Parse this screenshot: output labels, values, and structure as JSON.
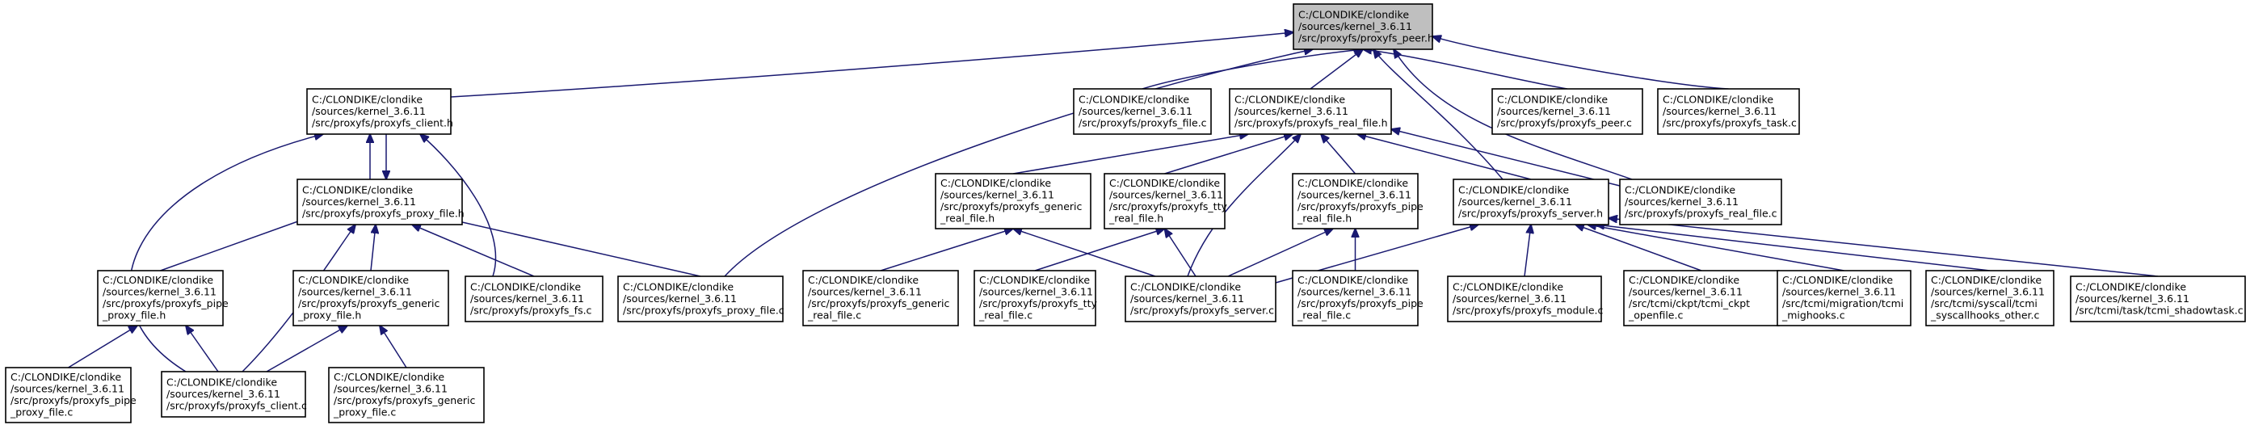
{
  "graph": {
    "root": "peer_h",
    "nodes": [
      {
        "id": "peer_h",
        "lines": [
          "C:/CLONDIKE/clondike",
          "/sources/kernel_3.6.11",
          "/src/proxyfs/proxyfs_peer.h"
        ]
      },
      {
        "id": "client_h",
        "lines": [
          "C:/CLONDIKE/clondike",
          "/sources/kernel_3.6.11",
          "/src/proxyfs/proxyfs_client.h"
        ]
      },
      {
        "id": "file_c",
        "lines": [
          "C:/CLONDIKE/clondike",
          "/sources/kernel_3.6.11",
          "/src/proxyfs/proxyfs_file.c"
        ]
      },
      {
        "id": "real_file_h",
        "lines": [
          "C:/CLONDIKE/clondike",
          "/sources/kernel_3.6.11",
          "/src/proxyfs/proxyfs_real_file.h"
        ]
      },
      {
        "id": "peer_c",
        "lines": [
          "C:/CLONDIKE/clondike",
          "/sources/kernel_3.6.11",
          "/src/proxyfs/proxyfs_peer.c"
        ]
      },
      {
        "id": "task_c",
        "lines": [
          "C:/CLONDIKE/clondike",
          "/sources/kernel_3.6.11",
          "/src/proxyfs/proxyfs_task.c"
        ]
      },
      {
        "id": "proxy_file_h",
        "lines": [
          "C:/CLONDIKE/clondike",
          "/sources/kernel_3.6.11",
          "/src/proxyfs/proxyfs_proxy_file.h"
        ]
      },
      {
        "id": "generic_real_file_h",
        "lines": [
          "C:/CLONDIKE/clondike",
          "/sources/kernel_3.6.11",
          "/src/proxyfs/proxyfs_generic",
          "_real_file.h"
        ]
      },
      {
        "id": "tty_real_file_h",
        "lines": [
          "C:/CLONDIKE/clondike",
          "/sources/kernel_3.6.11",
          "/src/proxyfs/proxyfs_tty",
          "_real_file.h"
        ]
      },
      {
        "id": "pipe_real_file_h",
        "lines": [
          "C:/CLONDIKE/clondike",
          "/sources/kernel_3.6.11",
          "/src/proxyfs/proxyfs_pipe",
          "_real_file.h"
        ]
      },
      {
        "id": "server_h",
        "lines": [
          "C:/CLONDIKE/clondike",
          "/sources/kernel_3.6.11",
          "/src/proxyfs/proxyfs_server.h"
        ]
      },
      {
        "id": "real_file_c",
        "lines": [
          "C:/CLONDIKE/clondike",
          "/sources/kernel_3.6.11",
          "/src/proxyfs/proxyfs_real_file.c"
        ]
      },
      {
        "id": "pipe_proxy_file_h",
        "lines": [
          "C:/CLONDIKE/clondike",
          "/sources/kernel_3.6.11",
          "/src/proxyfs/proxyfs_pipe",
          "_proxy_file.h"
        ]
      },
      {
        "id": "generic_proxy_file_h",
        "lines": [
          "C:/CLONDIKE/clondike",
          "/sources/kernel_3.6.11",
          "/src/proxyfs/proxyfs_generic",
          "_proxy_file.h"
        ]
      },
      {
        "id": "fs_c",
        "lines": [
          "C:/CLONDIKE/clondike",
          "/sources/kernel_3.6.11",
          "/src/proxyfs/proxyfs_fs.c"
        ]
      },
      {
        "id": "proxy_file_c",
        "lines": [
          "C:/CLONDIKE/clondike",
          "/sources/kernel_3.6.11",
          "/src/proxyfs/proxyfs_proxy_file.c"
        ]
      },
      {
        "id": "generic_real_file_c",
        "lines": [
          "C:/CLONDIKE/clondike",
          "/sources/kernel_3.6.11",
          "/src/proxyfs/proxyfs_generic",
          "_real_file.c"
        ]
      },
      {
        "id": "tty_real_file_c",
        "lines": [
          "C:/CLONDIKE/clondike",
          "/sources/kernel_3.6.11",
          "/src/proxyfs/proxyfs_tty",
          "_real_file.c"
        ]
      },
      {
        "id": "server_c",
        "lines": [
          "C:/CLONDIKE/clondike",
          "/sources/kernel_3.6.11",
          "/src/proxyfs/proxyfs_server.c"
        ]
      },
      {
        "id": "pipe_real_file_c",
        "lines": [
          "C:/CLONDIKE/clondike",
          "/sources/kernel_3.6.11",
          "/src/proxyfs/proxyfs_pipe",
          "_real_file.c"
        ]
      },
      {
        "id": "module_c",
        "lines": [
          "C:/CLONDIKE/clondike",
          "/sources/kernel_3.6.11",
          "/src/proxyfs/proxyfs_module.c"
        ]
      },
      {
        "id": "ckpt_openfile_c",
        "lines": [
          "C:/CLONDIKE/clondike",
          "/sources/kernel_3.6.11",
          "/src/tcmi/ckpt/tcmi_ckpt",
          "_openfile.c"
        ]
      },
      {
        "id": "mighooks_c",
        "lines": [
          "C:/CLONDIKE/clondike",
          "/sources/kernel_3.6.11",
          "/src/tcmi/migration/tcmi",
          "_mighooks.c"
        ]
      },
      {
        "id": "syscallhooks_other_c",
        "lines": [
          "C:/CLONDIKE/clondike",
          "/sources/kernel_3.6.11",
          "/src/tcmi/syscall/tcmi",
          "_syscallhooks_other.c"
        ]
      },
      {
        "id": "shadowtask_c",
        "lines": [
          "C:/CLONDIKE/clondike",
          "/sources/kernel_3.6.11",
          "/src/tcmi/task/tcmi_shadowtask.c"
        ]
      },
      {
        "id": "pipe_proxy_file_c",
        "lines": [
          "C:/CLONDIKE/clondike",
          "/sources/kernel_3.6.11",
          "/src/proxyfs/proxyfs_pipe",
          "_proxy_file.c"
        ]
      },
      {
        "id": "client_c",
        "lines": [
          "C:/CLONDIKE/clondike",
          "/sources/kernel_3.6.11",
          "/src/proxyfs/proxyfs_client.c"
        ]
      },
      {
        "id": "generic_proxy_file_c",
        "lines": [
          "C:/CLONDIKE/clondike",
          "/sources/kernel_3.6.11",
          "/src/proxyfs/proxyfs_generic",
          "_proxy_file.c"
        ]
      }
    ],
    "edges": [
      {
        "from": "client_h",
        "to": "peer_h"
      },
      {
        "from": "file_c",
        "to": "peer_h"
      },
      {
        "from": "real_file_h",
        "to": "peer_h"
      },
      {
        "from": "peer_c",
        "to": "peer_h"
      },
      {
        "from": "task_c",
        "to": "peer_h"
      },
      {
        "from": "proxy_file_c",
        "to": "peer_h"
      },
      {
        "from": "server_h",
        "to": "peer_h"
      },
      {
        "from": "real_file_c",
        "to": "peer_h"
      },
      {
        "from": "proxy_file_h",
        "to": "client_h"
      },
      {
        "from": "client_h",
        "to": "proxy_file_h"
      },
      {
        "from": "fs_c",
        "to": "client_h"
      },
      {
        "from": "client_c",
        "to": "client_h"
      },
      {
        "from": "generic_real_file_h",
        "to": "real_file_h"
      },
      {
        "from": "tty_real_file_h",
        "to": "real_file_h"
      },
      {
        "from": "pipe_real_file_h",
        "to": "real_file_h"
      },
      {
        "from": "server_h",
        "to": "real_file_h"
      },
      {
        "from": "real_file_c",
        "to": "real_file_h"
      },
      {
        "from": "server_c",
        "to": "real_file_h"
      },
      {
        "from": "pipe_proxy_file_h",
        "to": "proxy_file_h"
      },
      {
        "from": "generic_proxy_file_h",
        "to": "proxy_file_h"
      },
      {
        "from": "fs_c",
        "to": "proxy_file_h"
      },
      {
        "from": "proxy_file_c",
        "to": "proxy_file_h"
      },
      {
        "from": "client_c",
        "to": "proxy_file_h"
      },
      {
        "from": "generic_real_file_c",
        "to": "generic_real_file_h"
      },
      {
        "from": "server_c",
        "to": "generic_real_file_h"
      },
      {
        "from": "tty_real_file_c",
        "to": "tty_real_file_h"
      },
      {
        "from": "server_c",
        "to": "tty_real_file_h"
      },
      {
        "from": "server_c",
        "to": "pipe_real_file_h"
      },
      {
        "from": "pipe_real_file_c",
        "to": "pipe_real_file_h"
      },
      {
        "from": "server_c",
        "to": "server_h"
      },
      {
        "from": "module_c",
        "to": "server_h"
      },
      {
        "from": "ckpt_openfile_c",
        "to": "server_h"
      },
      {
        "from": "mighooks_c",
        "to": "server_h"
      },
      {
        "from": "syscallhooks_other_c",
        "to": "server_h"
      },
      {
        "from": "shadowtask_c",
        "to": "server_h"
      },
      {
        "from": "pipe_proxy_file_c",
        "to": "pipe_proxy_file_h"
      },
      {
        "from": "client_c",
        "to": "pipe_proxy_file_h"
      },
      {
        "from": "client_c",
        "to": "generic_proxy_file_h"
      },
      {
        "from": "generic_proxy_file_c",
        "to": "generic_proxy_file_h"
      }
    ],
    "colors": {
      "edge": "#191970",
      "root_fill": "#bfbfbf",
      "node_fill": "#ffffff",
      "node_border": "#000000"
    }
  }
}
